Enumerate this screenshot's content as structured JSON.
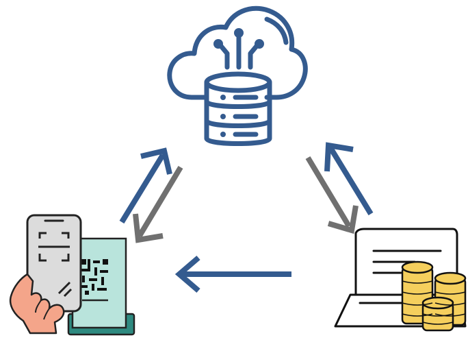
{
  "diagram": {
    "nodes": [
      {
        "id": "cloud-database",
        "icon": "cloud-database-icon"
      },
      {
        "id": "phone-qr-scan",
        "icon": "phone-qr-scan-icon"
      },
      {
        "id": "laptop-coins",
        "icon": "laptop-coins-icon"
      }
    ],
    "edges": [
      {
        "from": "phone-qr-scan",
        "to": "cloud-database",
        "color": "#345b8f"
      },
      {
        "from": "cloud-database",
        "to": "phone-qr-scan",
        "color": "#707070"
      },
      {
        "from": "cloud-database",
        "to": "laptop-coins",
        "color": "#707070"
      },
      {
        "from": "laptop-coins",
        "to": "cloud-database",
        "color": "#345b8f"
      },
      {
        "from": "laptop-coins",
        "to": "phone-qr-scan",
        "color": "#345b8f"
      }
    ],
    "colors": {
      "primary_blue": "#345b8f",
      "secondary_gray": "#707070",
      "teal": "#b9e4dc",
      "coin_gold": "#f5cf5d",
      "skin": "#f4a58a",
      "screen_gray": "#dcdcdc"
    }
  }
}
